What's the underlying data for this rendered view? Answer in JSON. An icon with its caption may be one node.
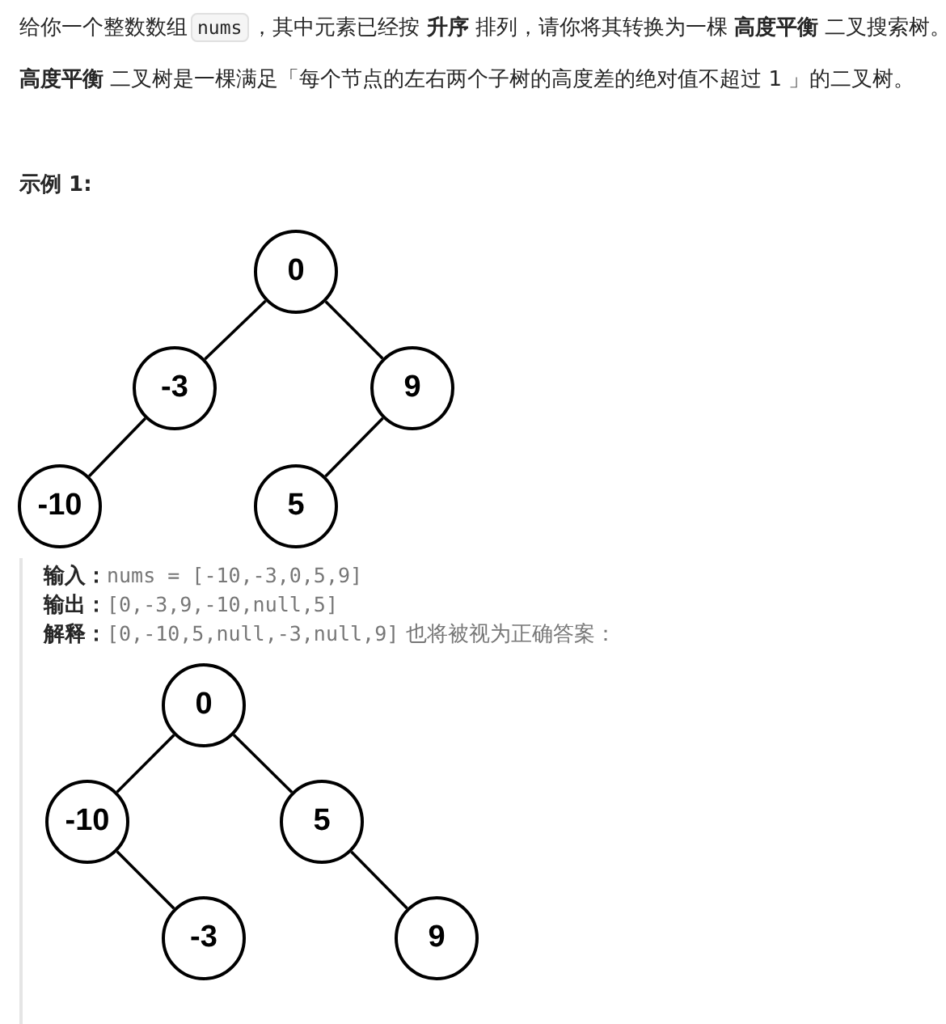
{
  "diagram": {
    "nodes": [
      {
        "text": [
          "0"
        ]
      },
      {
        "text": [
          "-3"
        ]
      },
      {
        "text": [
          "9"
        ]
      },
      {
        "text": [
          "-10"
        ]
      },
      {
        "text": [
          "5"
        ]
      },
      {
        "text": [
          "0"
        ]
      },
      {
        "text": [
          "-10"
        ]
      },
      {
        "text": [
          "5"
        ]
      },
      {
        "text": [
          "-3"
        ]
      },
      {
        "text": [
          "9"
        ]
      }
    ],
    "edges": [
      {
        "from": 0,
        "to": 1,
        "arrow": "none"
      },
      {
        "from": 0,
        "to": 2,
        "arrow": "none"
      },
      {
        "from": 1,
        "to": 3,
        "arrow": "none"
      },
      {
        "from": 2,
        "to": 4,
        "arrow": "none"
      },
      {
        "from": 5,
        "to": 6,
        "arrow": "none"
      },
      {
        "from": 5,
        "to": 7,
        "arrow": "none"
      },
      {
        "from": 6,
        "to": 8,
        "arrow": "none"
      },
      {
        "from": 7,
        "to": 9,
        "arrow": "none"
      }
    ],
    "labels": [
      "给你一个整数数组",
      "nums",
      "，其中元素已经按 **升序** 排列，请你将其转换为一棵 **高度平衡** 二叉搜索树。",
      "**高度平衡** 二叉树是一棵满足「每个节点的左右两个子树的高度差的绝对值不超过 1 」的二叉树。",
      "示例 1:",
      "输入：",
      "nums = [-10,-3,0,5,9]",
      "输出：",
      "[0,-3,9,-10,null,5]",
      "解释：",
      "[0,-10,5,null,-3,null,9]",
      "也将被视为正确答案："
    ]
  }
}
